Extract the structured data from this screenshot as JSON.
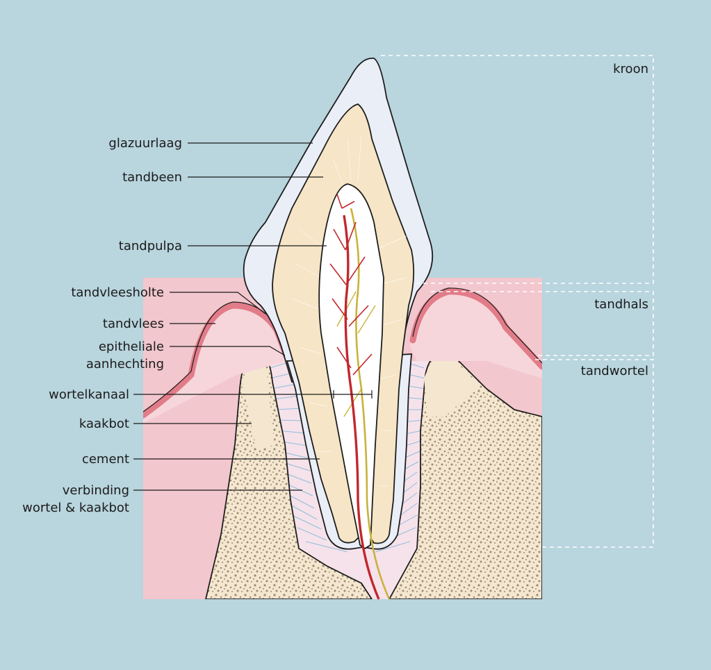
{
  "labels": {
    "glazuurlaag": "glazuurlaag",
    "tandbeen": "tandbeen",
    "tandpulpa": "tandpulpa",
    "tandvleesholte": "tandvleesholte",
    "tandvlees": "tandvlees",
    "epitheliale_1": "epitheliale",
    "epitheliale_2": "aanhechting",
    "wortelkanaal": "wortelkanaal",
    "kaakbot": "kaakbot",
    "cement": "cement",
    "verbinding_1": "verbinding",
    "verbinding_2": "wortel & kaakbot"
  },
  "zones": {
    "kroon": "kroon",
    "tandhals": "tandhals",
    "tandwortel": "tandwortel"
  },
  "colors": {
    "background": "#b9d5de",
    "enamel": "#e9eef7",
    "dentin": "#f6e5c6",
    "pulp": "#ffffff",
    "gum": "#f2c7cd",
    "gum_edge": "#e27c89",
    "bone": "#f4e6cf",
    "bone_dots": "#9c8c74",
    "artery": "#c1272d",
    "nerve": "#c9b23a",
    "ligament": "#8ebfdc"
  }
}
